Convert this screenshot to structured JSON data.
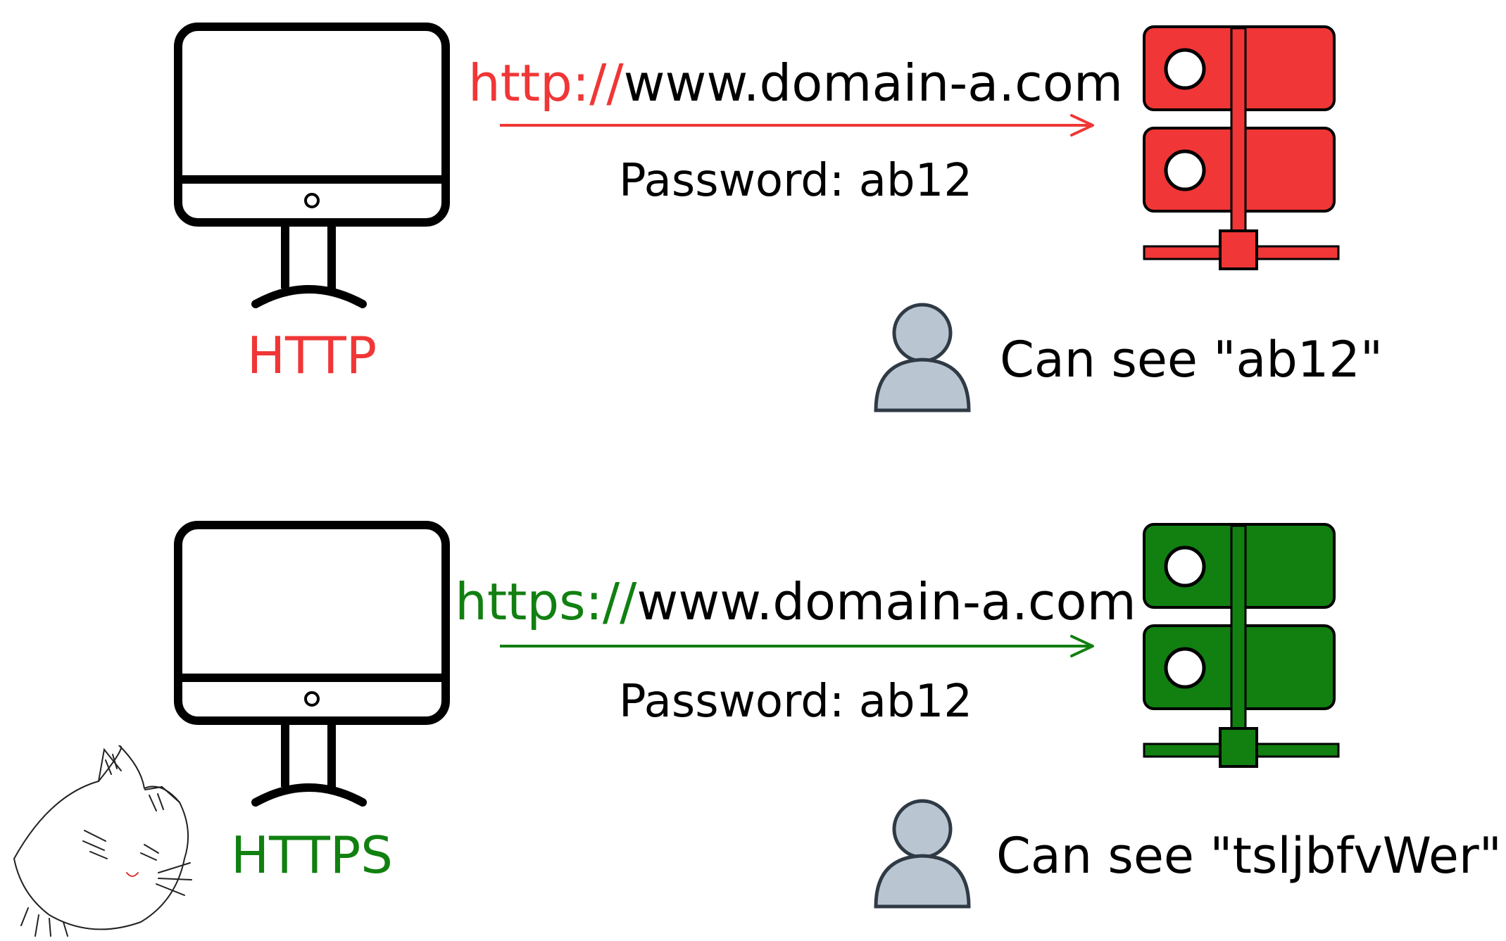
{
  "colors": {
    "http_red": "#f03636",
    "https_green": "#118011",
    "ink": "#000000",
    "person_fill": "#b9c6d2",
    "person_stroke": "#2f3a45"
  },
  "http": {
    "label": "HTTP",
    "scheme": "http://",
    "host": "www.domain-a.com",
    "password": "Password: ab12",
    "observer_text": "Can see \"ab12\""
  },
  "https": {
    "label": "HTTPS",
    "scheme": "https://",
    "host": "www.domain-a.com",
    "password": "Password: ab12",
    "observer_text": "Can see \"tsljbfvWer\""
  },
  "icons": [
    "computer-monitor-icon",
    "server-icon",
    "person-icon",
    "cat-doodle-icon"
  ]
}
